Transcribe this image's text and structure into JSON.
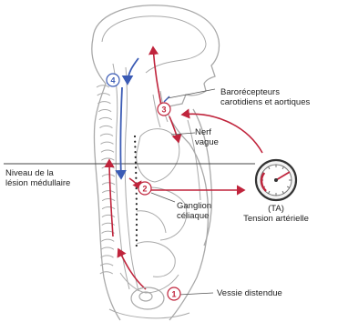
{
  "labels": {
    "baro_line1": "Barorécepteurs",
    "baro_line2": "carotidiens et aortiques",
    "nerf_line1": "Nerf",
    "nerf_line2": "vague",
    "niveau_line1": "Niveau de la",
    "niveau_line2": "lésion médullaire",
    "ganglion_line1": "Ganglion",
    "ganglion_line2": "céliaque",
    "ta_line1": "(TA)",
    "ta_line2": "Tension artérielle",
    "vessie": "Vessie distendue"
  },
  "markers": {
    "m1": "1",
    "m2": "2",
    "m3": "3",
    "m4": "4"
  },
  "colors": {
    "outline": "#a9a9a9",
    "blue": "#3b5bb5",
    "red": "#c0243c",
    "text": "#222222"
  },
  "icons": {
    "gauge": "pressure-gauge-icon"
  }
}
